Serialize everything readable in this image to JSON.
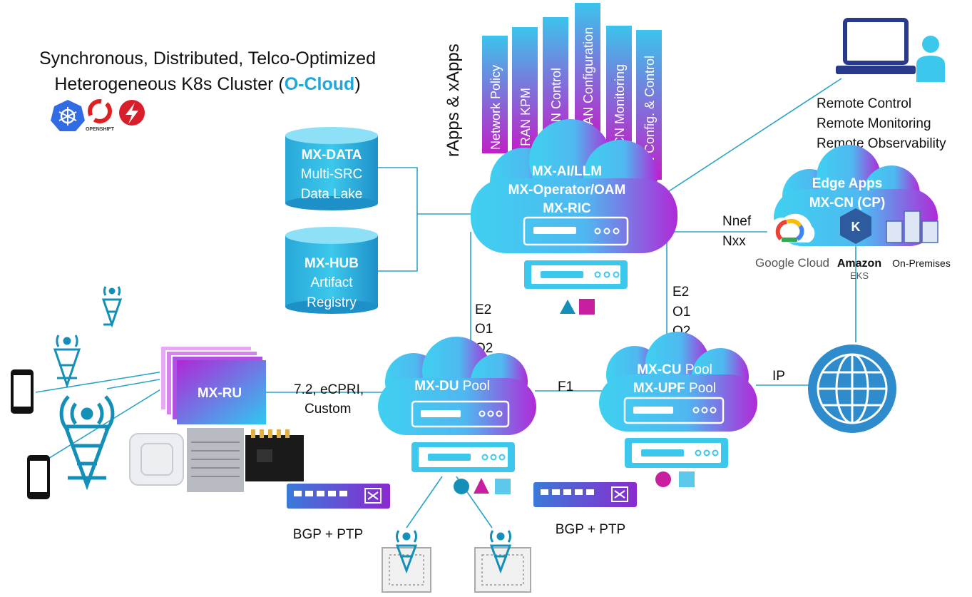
{
  "title": {
    "line1": "Synchronous, Distributed, Telco-Optimized",
    "line2_prefix": "Heterogeneous K8s Cluster (",
    "line2_highlight": "O-Cloud",
    "line2_suffix": ")"
  },
  "logos": {
    "openshift": "OPENSHIFT"
  },
  "apps": {
    "label": "rApps & xApps",
    "items": [
      "Network Policy",
      "RAN KPM",
      "RAN Control",
      "RAN Configuration",
      "CN Monitoring",
      "CN Config. & Control"
    ]
  },
  "data_store": {
    "title": "MX-DATA",
    "line1": "Multi-SRC",
    "line2": "Data Lake"
  },
  "hub_store": {
    "title": "MX-HUB",
    "line1": "Artifact",
    "line2": "Registry"
  },
  "ric_cloud": {
    "line1": "MX-AI/LLM",
    "line2": "MX-Operator/OAM",
    "line3": "MX-RIC"
  },
  "remote": {
    "line1": "Remote Control",
    "line2": "Remote Monitoring",
    "line3": "Remote Observability"
  },
  "edge_cloud": {
    "line1": "Edge Apps",
    "line2": "MX-CN (CP)"
  },
  "providers": {
    "google": "Google Cloud",
    "amazon": "Amazon",
    "eks": "EKS",
    "onprem": "On-Premises"
  },
  "links": {
    "nnef": "Nnef",
    "nxx": "Nxx",
    "e2_left": "E2",
    "o1_left": "O1",
    "o2_left": "O2",
    "e2_right": "E2",
    "o1_right": "O1",
    "o2_right": "O2",
    "fronthaul1": "7.2, eCPRI,",
    "fronthaul2": "Custom",
    "f1": "F1",
    "ip": "IP"
  },
  "ru": {
    "label": "MX-RU"
  },
  "du_cloud": {
    "bold": "MX-DU",
    "rest": " Pool"
  },
  "cu_cloud": {
    "bold1": "MX-CU",
    "rest1": " Pool",
    "bold2": "MX-UPF",
    "rest2": " Pool"
  },
  "switches": {
    "left_label": "BGP + PTP",
    "right_label": "BGP + PTP"
  },
  "colors": {
    "cyan": "#3cc8ec",
    "magenta": "#c81ea0",
    "purple": "#8a2be2",
    "teal": "#1490b8",
    "ocloud": "#1ea8d8"
  }
}
